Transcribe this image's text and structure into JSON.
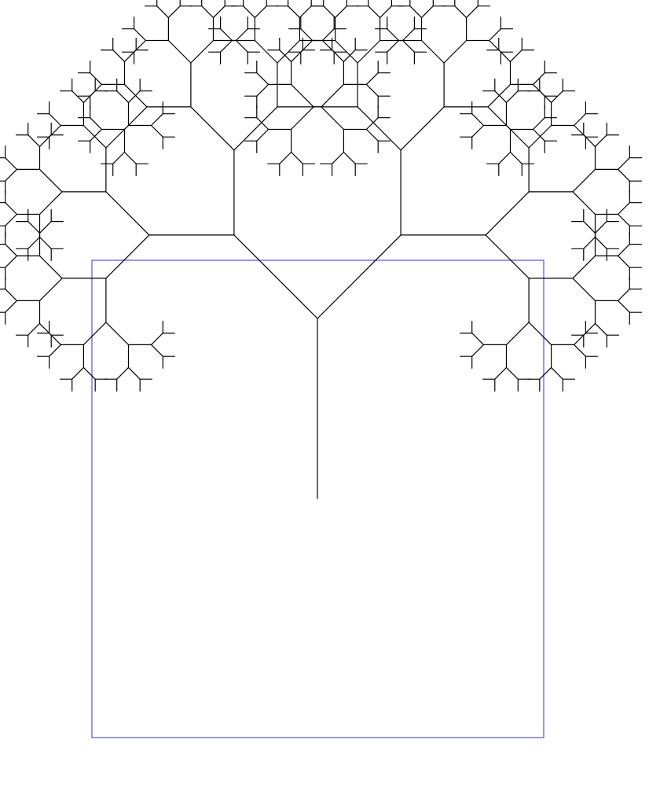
{
  "diagram": {
    "type": "fractal-tree",
    "background_color": "#ffffff",
    "branch_color": "#000000",
    "frame_color": "#3333cc",
    "recursion_depth": 8,
    "branch_ratio": 0.72,
    "branch_angle_degrees": 45
  }
}
